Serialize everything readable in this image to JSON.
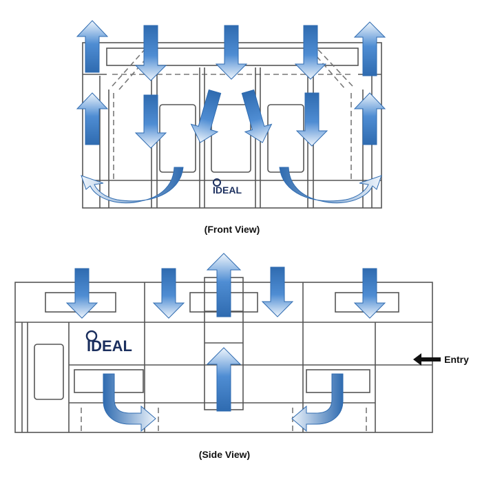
{
  "front_view": {
    "caption": "(Front View)",
    "logo": "IDEAL"
  },
  "side_view": {
    "caption": "(Side View)",
    "logo": "IDEAL",
    "entry_label": "Entry"
  },
  "colors": {
    "arrow": "#3a78c2",
    "arrow_light": "#eaf2fb",
    "line": "#555555",
    "logo": "#1b2f5e"
  }
}
